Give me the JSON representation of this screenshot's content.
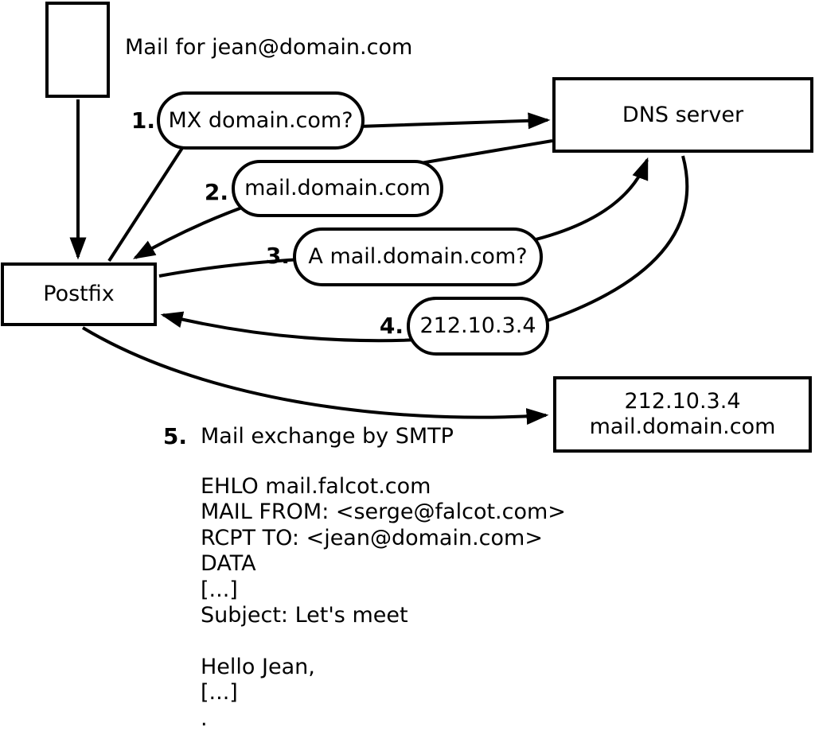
{
  "colors": {
    "ink": "#000000",
    "paper": "#ffffff"
  },
  "annotation": {
    "mail_note": "Mail for jean@domain.com"
  },
  "nodes": {
    "postfix": {
      "label": "Postfix"
    },
    "dns_server": {
      "label": "DNS server"
    },
    "mail_server": {
      "line1": "212.10.3.4",
      "line2": "mail.domain.com"
    }
  },
  "steps": [
    {
      "num": "1.",
      "label": "MX domain.com?"
    },
    {
      "num": "2.",
      "label": "mail.domain.com"
    },
    {
      "num": "3.",
      "label": "A mail.domain.com?"
    },
    {
      "num": "4.",
      "label": "212.10.3.4"
    },
    {
      "num": "5.",
      "label": "Mail exchange by SMTP"
    }
  ],
  "smtp_session": {
    "lines": [
      "EHLO mail.falcot.com",
      "MAIL FROM: <serge@falcot.com>",
      "RCPT TO: <jean@domain.com>",
      "DATA",
      "[...]",
      "Subject: Let's meet",
      "",
      "Hello Jean,",
      "[...]",
      "."
    ]
  }
}
